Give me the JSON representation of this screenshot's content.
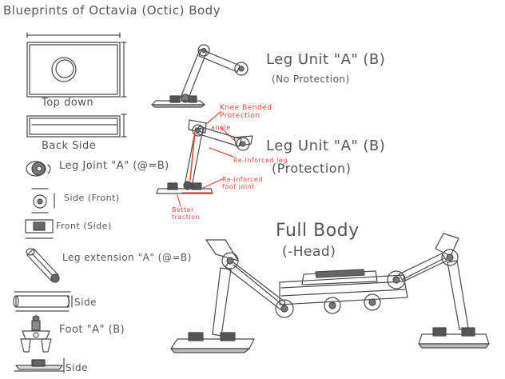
{
  "title": "Blueprints of Octavia (Octic) Body",
  "left_column": {
    "top_down": "Top down",
    "back_side": "Back Side",
    "leg_joint": "Leg Joint \"A\" (@=B)",
    "side_front": "Side (Front)",
    "front_side": "Front (Side)",
    "leg_extension": "Leg extension \"A\" (@=B)",
    "side_1": "Side",
    "foot": "Foot \"A\" (B)",
    "side_2": "Side"
  },
  "leg_unit_a": {
    "label": "Leg Unit \"A\" (B)",
    "note": "(No Protection)"
  },
  "leg_unit_b": {
    "label": "Leg Unit \"A\" (B)",
    "note": "(Protection)"
  },
  "annotations": {
    "knee": "Knee Bended Protection",
    "angle": "angle",
    "reinforced_leg": "Re-Inforced leg",
    "foot_joint": "Re-inforced foot joint",
    "traction": "Better traction"
  },
  "full_body": {
    "label": "Full Body",
    "note": "(-Head)"
  },
  "colors": {
    "ink": "#555555",
    "annotation": "#e24b3a"
  }
}
